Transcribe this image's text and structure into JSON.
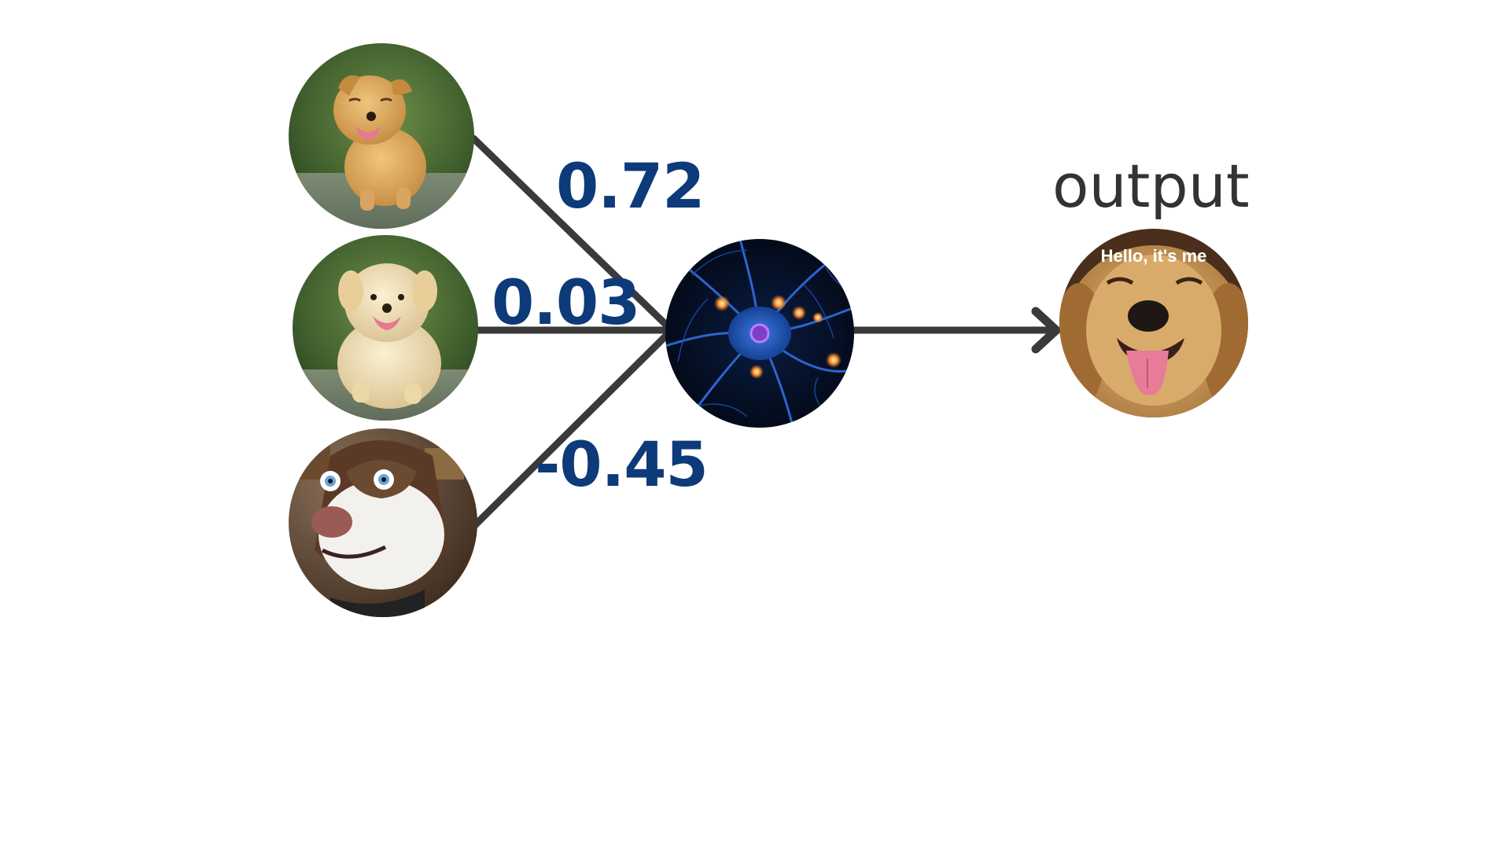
{
  "colors": {
    "background": "#ffffff",
    "connector": "#3a3a3a",
    "weight_text": "#0d3a78",
    "output_text": "#333333",
    "caption_text": "#ffffff"
  },
  "inputs": [
    {
      "name": "running-puppy-tan",
      "depicts": "tan puppy running on grass"
    },
    {
      "name": "fluffy-puppy-cream",
      "depicts": "fluffy cream puppy running"
    },
    {
      "name": "surprised-husky",
      "depicts": "husky with wide eyes"
    }
  ],
  "weights": [
    "0.72",
    "0.03",
    "-0.45"
  ],
  "neuron": {
    "depicts": "blue neuron with glowing synapses"
  },
  "output": {
    "label": "output",
    "caption": "Hello, it's me",
    "depicts": "happy golden retriever with tongue out"
  },
  "icons": [
    "arrow-head-icon"
  ]
}
